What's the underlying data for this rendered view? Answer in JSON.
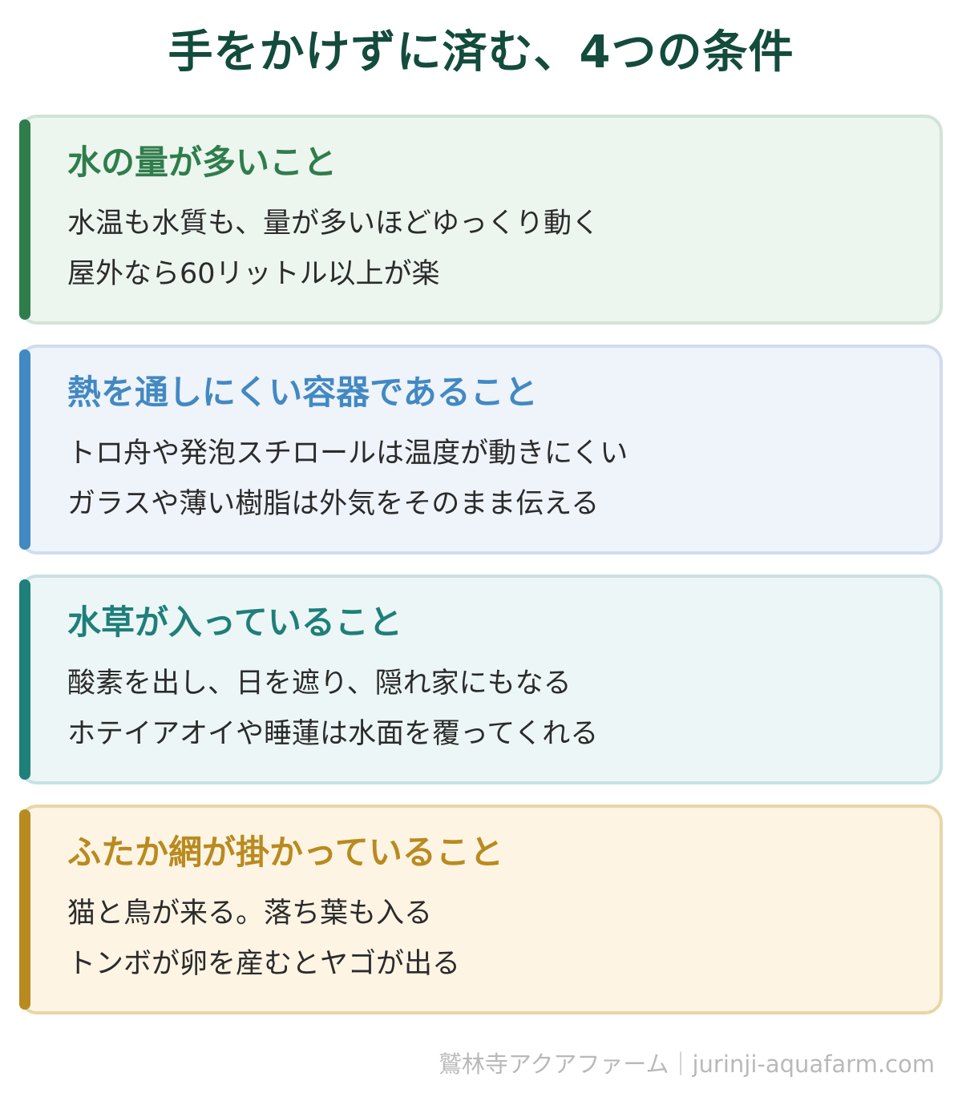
{
  "title": "手をかけずに済む、4つの条件",
  "cards": [
    {
      "heading": "水の量が多いこと",
      "lines": [
        "水温も水質も、量が多いほどゆっくり動く",
        "屋外なら60リットル以上が楽"
      ],
      "accent_color": "#2f7d4b"
    },
    {
      "heading": "熱を通しにくい容器であること",
      "lines": [
        "トロ舟や発泡スチロールは温度が動きにくい",
        "ガラスや薄い樹脂は外気をそのまま伝える"
      ],
      "accent_color": "#4289c2"
    },
    {
      "heading": "水草が入っていること",
      "lines": [
        "酸素を出し、日を遮り、隠れ家にもなる",
        "ホテイアオイや睡蓮は水面を覆ってくれる"
      ],
      "accent_color": "#1f7f7a"
    },
    {
      "heading": "ふたか網が掛かっていること",
      "lines": [
        "猫と鳥が来る。落ち葉も入る",
        "トンボが卵を産むとヤゴが出る"
      ],
      "accent_color": "#b98a1f"
    }
  ],
  "footer": "鷲林寺アクアファーム｜jurinji-aquafarm.com"
}
